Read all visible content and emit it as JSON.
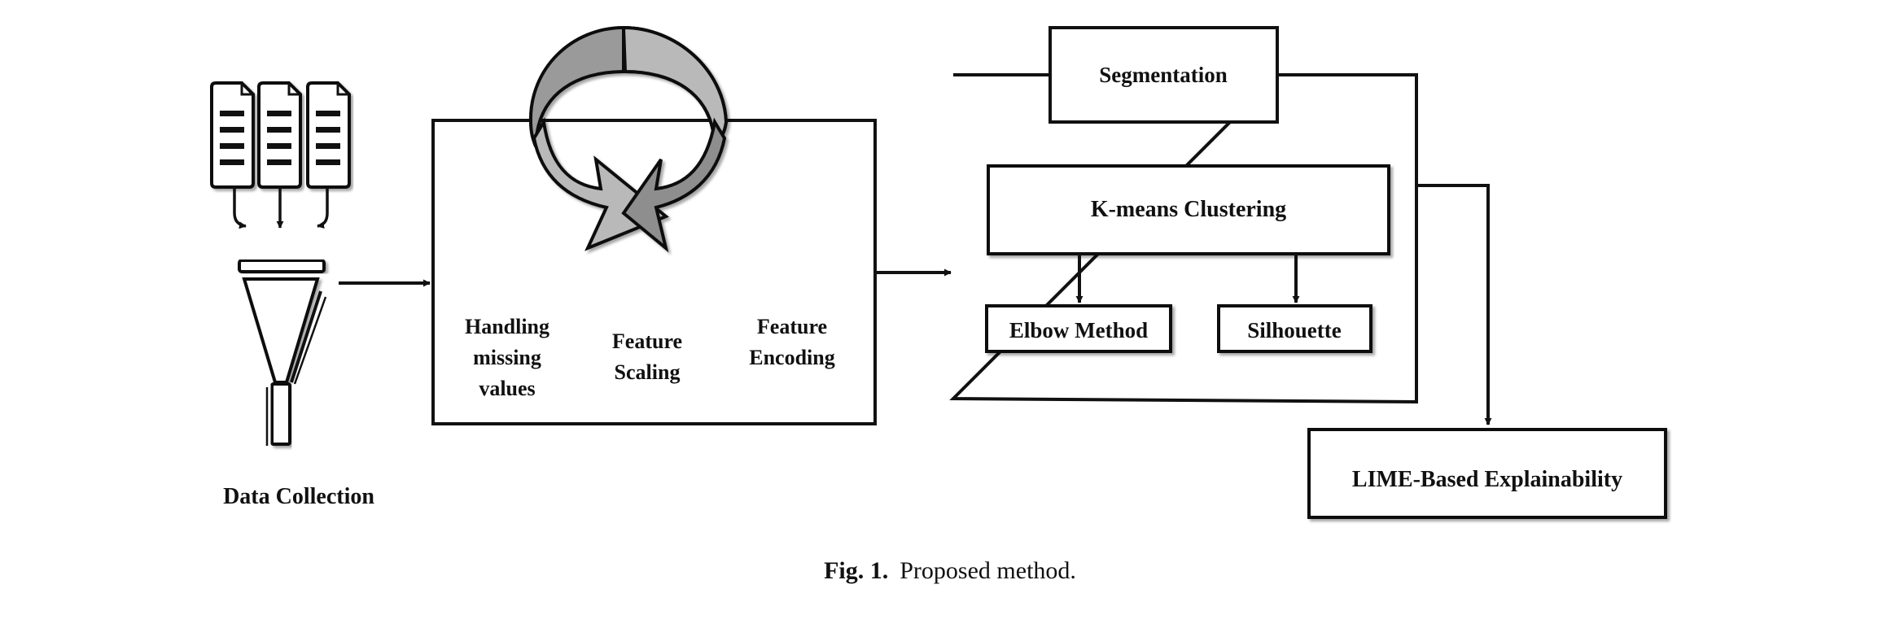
{
  "nodes": {
    "data_collection": "Data Collection",
    "handling": [
      "Handling",
      "missing",
      "values"
    ],
    "scaling": [
      "Feature",
      "Scaling"
    ],
    "encoding": [
      "Feature",
      "Encoding"
    ],
    "segmentation": "Segmentation",
    "kmeans": "K-means Clustering",
    "elbow": "Elbow Method",
    "silhouette": "Silhouette",
    "lime": "LIME-Based Explainability"
  },
  "caption": {
    "fig_label": "Fig. 1.",
    "text": "Proposed method."
  },
  "icons": {
    "documents": "document-icon",
    "funnel": "funnel-icon",
    "cycle": "cycle-arrows-icon"
  },
  "colors": {
    "stroke": "#111111",
    "cycle_dark": "#8c8c8c",
    "cycle_light": "#b4b4b4"
  }
}
